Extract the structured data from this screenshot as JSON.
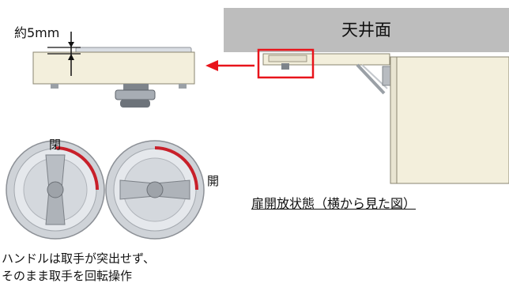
{
  "labels": {
    "gap": "約5mm",
    "ceiling": "天井面",
    "closed": "閉",
    "open": "開",
    "state_caption": "扉開放状態（横から見た図）",
    "note_line1": "ハンドルは取手が突出せず、",
    "note_line2": "そのまま取手を回転操作"
  },
  "colors": {
    "ceiling_fill": "#bdbdbd",
    "cabinet_fill": "#f3efdc",
    "outline": "#8a8570",
    "callout_red": "#e8141b",
    "arc_red": "#c8202a",
    "metal": "#c9ccd1"
  }
}
